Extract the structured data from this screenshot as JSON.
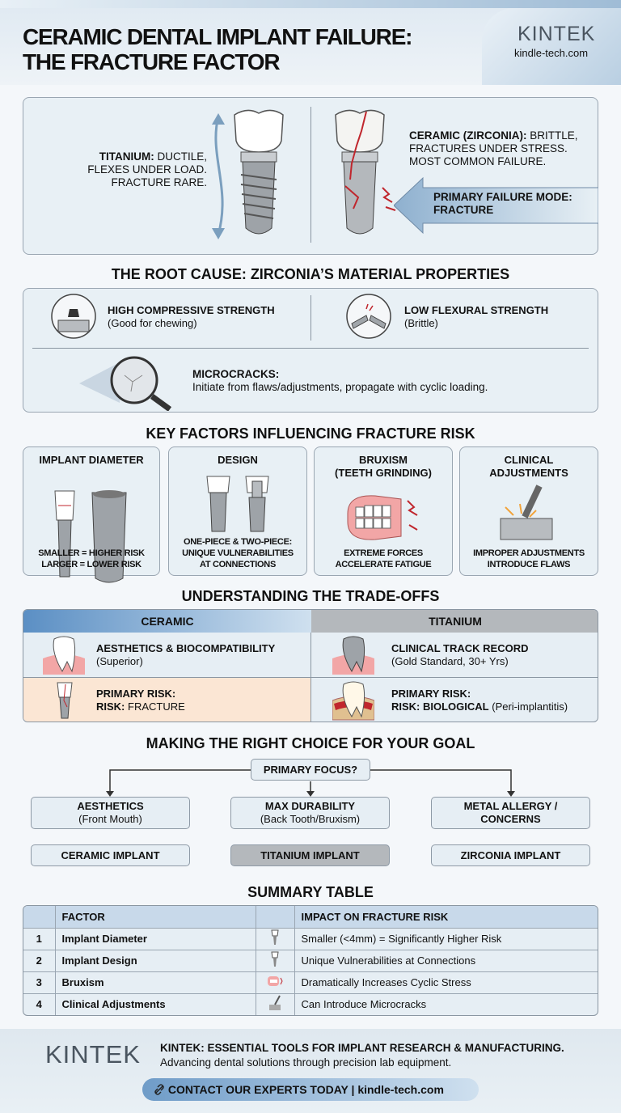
{
  "header": {
    "title_line1": "CERAMIC DENTAL IMPLANT FAILURE:",
    "title_line2": "THE FRACTURE FACTOR",
    "logo": "KINTEK",
    "url": "kindle-tech.com"
  },
  "comparison": {
    "titanium_label": "TITANIUM:",
    "titanium_text1": "DUCTILE,",
    "titanium_text2": "FLEXES UNDER LOAD.",
    "titanium_text3": "FRACTURE RARE.",
    "ceramic_label": "CERAMIC (ZIRCONIA):",
    "ceramic_text1": "BRITTLE,",
    "ceramic_text2": "FRACTURES UNDER STRESS.",
    "ceramic_text3": "MOST COMMON FAILURE.",
    "arrow_line1": "PRIMARY FAILURE MODE:",
    "arrow_line2": "FRACTURE"
  },
  "root_cause": {
    "heading": "THE ROOT CAUSE: ZIRCONIA’S MATERIAL PROPERTIES",
    "items": [
      {
        "title": "HIGH COMPRESSIVE STRENGTH",
        "sub": "(Good for chewing)"
      },
      {
        "title": "LOW FLEXURAL STRENGTH",
        "sub": "(Brittle)"
      },
      {
        "title": "MICROCRACKS:",
        "sub": "Initiate from flaws/adjustments, propagate with cyclic loading."
      }
    ]
  },
  "factors": {
    "heading": "KEY FACTORS INFLUENCING FRACTURE RISK",
    "cards": [
      {
        "title1": "IMPLANT DIAMETER",
        "title2": "",
        "text1": "",
        "text2": "SMALLER = HIGHER RISK",
        "text3": "LARGER = LOWER RISK"
      },
      {
        "title1": "DESIGN",
        "title2": "",
        "text1": "ONE-PIECE & TWO-PIECE:",
        "text2": "UNIQUE VULNERABILITIES",
        "text3": "AT CONNECTIONS"
      },
      {
        "title1": "BRUXISM",
        "title2": "(TEETH GRINDING)",
        "text1": "",
        "text2": "EXTREME FORCES",
        "text3": "ACCELERATE FATIGUE"
      },
      {
        "title1": "CLINICAL",
        "title2": "ADJUSTMENTS",
        "text1": "",
        "text2": "IMPROPER ADJUSTMENTS",
        "text3": "INTRODUCE FLAWS"
      }
    ]
  },
  "tradeoffs": {
    "heading": "UNDERSTANDING THE TRADE-OFFS",
    "col_ceramic": "CERAMIC",
    "col_titanium": "TITANIUM",
    "ceramic_benefit": "AESTHETICS & BIOCOMPATIBILITY",
    "ceramic_benefit_sub": "(Superior)",
    "titanium_benefit": "CLINICAL TRACK RECORD",
    "titanium_benefit_sub": "(Gold Standard, 30+ Yrs)",
    "ceramic_risk_label": "PRIMARY RISK:",
    "ceramic_risk_prefix": "RISK:",
    "ceramic_risk": "FRACTURE",
    "titanium_risk_label": "PRIMARY RISK:",
    "titanium_risk_prefix": "RISK: BIOLOGICAL",
    "titanium_risk": "(Peri-implantitis)"
  },
  "choice": {
    "heading": "MAKING THE RIGHT CHOICE FOR YOUR GOAL",
    "root": "PRIMARY FOCUS?",
    "options": [
      {
        "goal1": "AESTHETICS",
        "goal2": "(Front Mouth)",
        "result": "CERAMIC IMPLANT"
      },
      {
        "goal1": "MAX DURABILITY",
        "goal2": "(Back Tooth/Bruxism)",
        "result": "TITANIUM IMPLANT"
      },
      {
        "goal1": "METAL ALLERGY /",
        "goal2": "CONCERNS",
        "result": "ZIRCONIA IMPLANT"
      }
    ]
  },
  "summary": {
    "heading": "SUMMARY TABLE",
    "col_factor": "FACTOR",
    "col_impact": "IMPACT ON FRACTURE RISK",
    "rows": [
      {
        "n": "1",
        "factor": "Implant Diameter",
        "impact": "Smaller (<4mm) = Significantly Higher Risk"
      },
      {
        "n": "2",
        "factor": "Implant Design",
        "impact": "Unique Vulnerabilities at Connections"
      },
      {
        "n": "3",
        "factor": "Bruxism",
        "impact": "Dramatically Increases Cyclic Stress"
      },
      {
        "n": "4",
        "factor": "Clinical Adjustments",
        "impact": "Can Introduce Microcracks"
      }
    ]
  },
  "footer": {
    "logo": "KINTEK",
    "tagline": "KINTEK: ESSENTIAL TOOLS FOR IMPLANT RESEARCH & MANUFACTURING.",
    "sub": "Advancing dental solutions through precision lab equipment.",
    "cta": "CONTACT OUR EXPERTS TODAY | kindle-tech.com"
  },
  "colors": {
    "accent_blue": "#5b8fc4",
    "fracture_red": "#c0262d",
    "ceramic_risk_bg": "#fbe6d4"
  }
}
